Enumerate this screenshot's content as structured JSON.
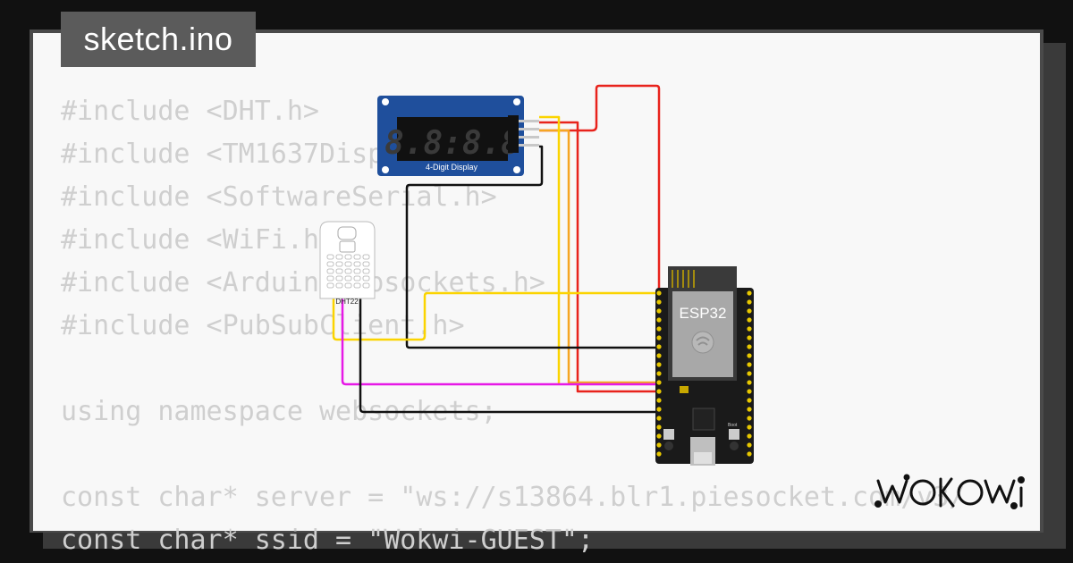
{
  "title": "sketch.ino",
  "code_lines": [
    "#include <DHT.h>",
    "#include <TM1637Display.h>",
    "#include <SoftwareSerial.h>",
    "#include <WiFi.h>",
    "#include <ArduinoWebsockets.h>",
    "#include <PubSubClient.h>",
    "",
    "using namespace websockets;",
    "",
    "const char* server = \"ws://s13864.blr1.piesocket.com/v3/",
    "const char* ssid = \"Wokwi-GUEST\";"
  ],
  "components": {
    "display": {
      "digits": "8.8:8.8",
      "label": "4-Digit Display"
    },
    "sensor": {
      "label": "DHT22"
    },
    "board": {
      "label": "ESP32",
      "boot_label": "Boot"
    }
  },
  "logo": "WOKWi",
  "colors": {
    "background": "#111111",
    "canvas": "#f8f8f8",
    "code": "#cfcfcf",
    "wire_red": "#e8231c",
    "wire_orange": "#f5a623",
    "wire_yellow": "#fbd400",
    "wire_black": "#111111",
    "wire_magenta": "#e619e6",
    "display_board": "#1f4f9c"
  }
}
